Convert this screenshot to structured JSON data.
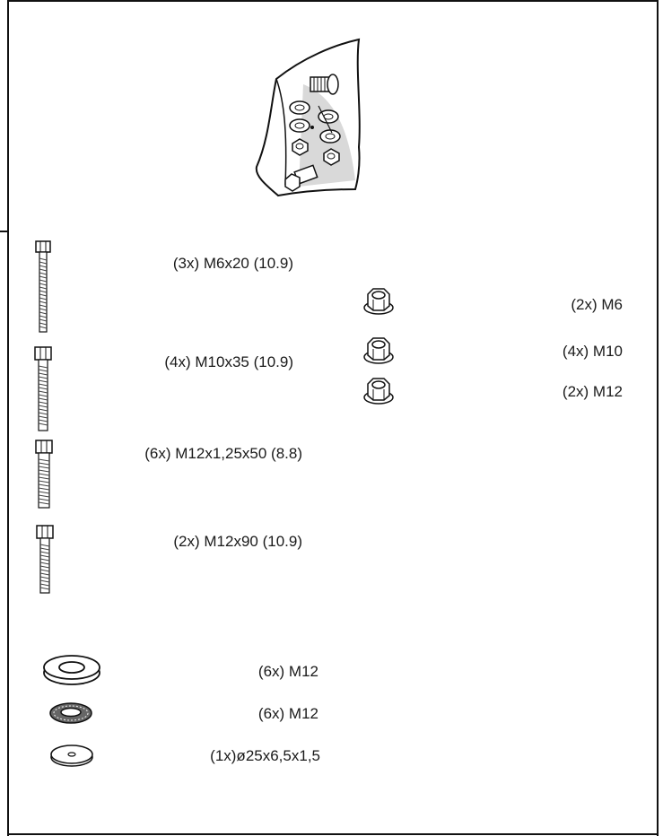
{
  "bolts": [
    {
      "label": "(3x) M6x20 (10.9)"
    },
    {
      "label": "(4x) M10x35 (10.9)"
    },
    {
      "label": "(6x) M12x1,25x50 (8.8)"
    },
    {
      "label": "(2x) M12x90 (10.9)"
    }
  ],
  "nuts": [
    {
      "label": "(2x) M6"
    },
    {
      "label": "(4x) M10"
    },
    {
      "label": "(2x) M12"
    }
  ],
  "washers": [
    {
      "label": "(6x) M12",
      "icon": "flat-washer-icon"
    },
    {
      "label": "(6x) M12",
      "icon": "serrated-lock-washer-icon"
    },
    {
      "label": "(1x)ø25x6,5x1,5",
      "icon": "small-washer-icon"
    }
  ],
  "header_image": {
    "icon": "hardware-bag-icon"
  }
}
